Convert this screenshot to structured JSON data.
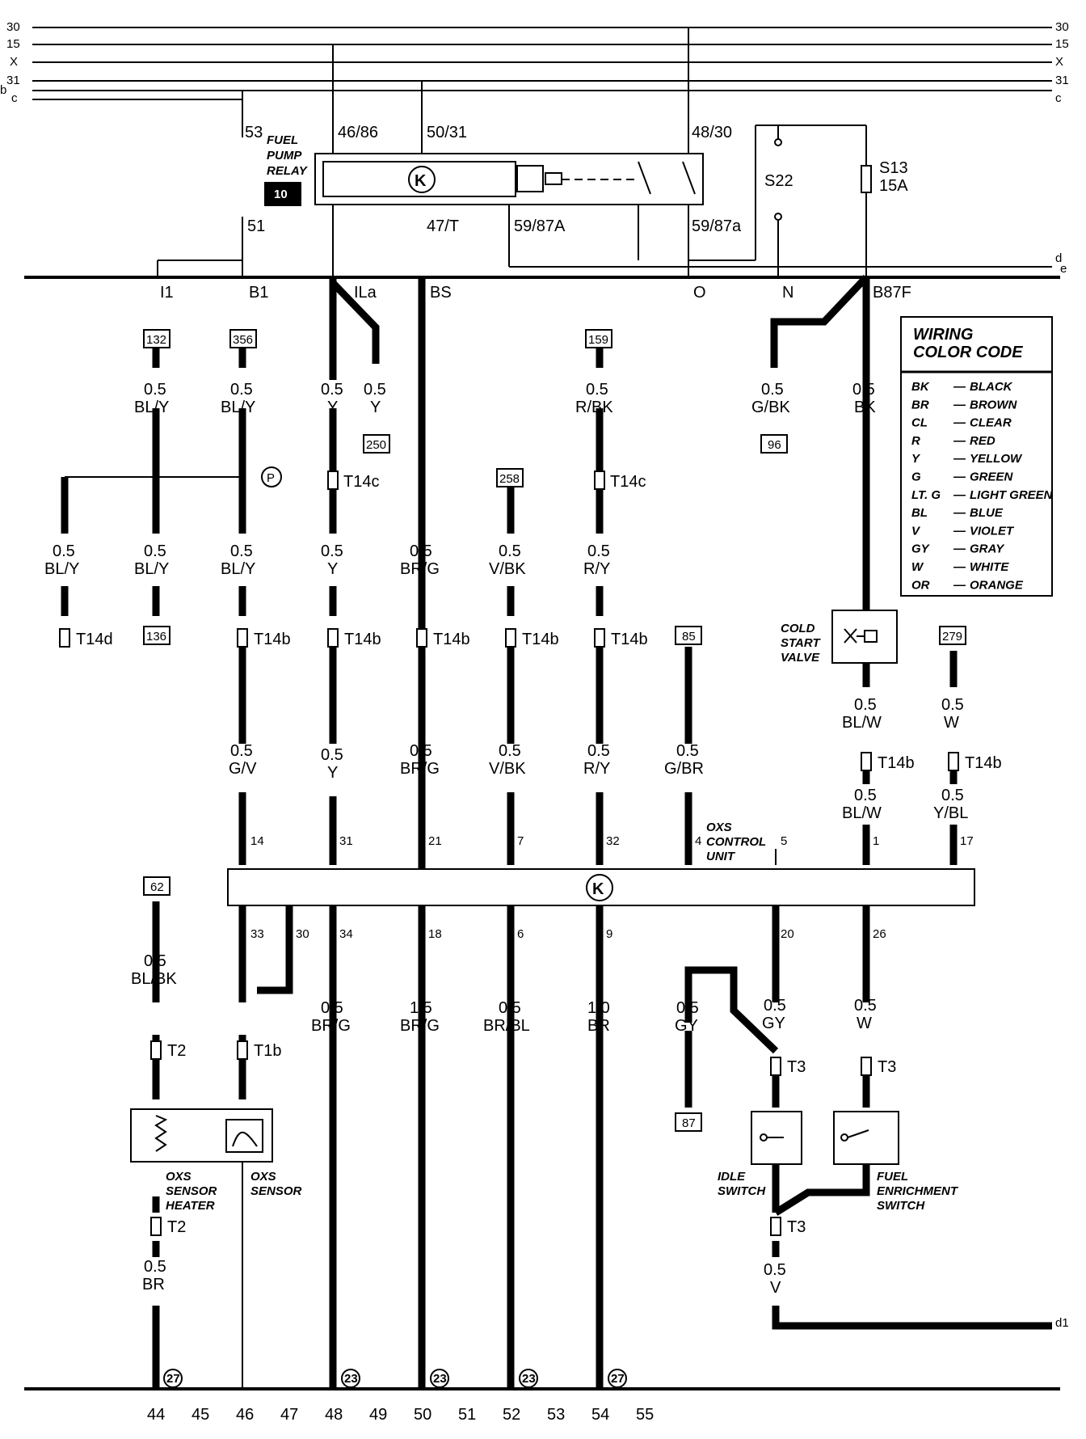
{
  "bus": {
    "left": [
      "30",
      "15",
      "X",
      "31",
      "b",
      "c"
    ],
    "right": [
      "30",
      "15",
      "X",
      "31",
      "c"
    ],
    "right_d": "d",
    "right_e": "e",
    "right_d1": "d1"
  },
  "relay": {
    "title_line1": "FUEL",
    "title_line2": "PUMP",
    "title_line3": "RELAY",
    "badge": "10",
    "pins_top": [
      "53",
      "46/86",
      "50/31",
      "48/30"
    ],
    "pins_bottom": [
      "51",
      "47/T",
      "59/87A",
      "59/87a"
    ],
    "k": "K"
  },
  "switch_s22": "S22",
  "fuse": {
    "name": "S13",
    "rating": "15A"
  },
  "terminals": [
    "I1",
    "B1",
    "ILa",
    "BS",
    "O",
    "N",
    "B87F"
  ],
  "legend": {
    "title1": "WIRING",
    "title2": "COLOR CODE",
    "rows": [
      [
        "BK",
        "BLACK"
      ],
      [
        "BR",
        "BROWN"
      ],
      [
        "CL",
        "CLEAR"
      ],
      [
        "R",
        "RED"
      ],
      [
        "Y",
        "YELLOW"
      ],
      [
        "G",
        "GREEN"
      ],
      [
        "LT. G",
        "LIGHT GREEN"
      ],
      [
        "BL",
        "BLUE"
      ],
      [
        "V",
        "VIOLET"
      ],
      [
        "GY",
        "GRAY"
      ],
      [
        "W",
        "WHITE"
      ],
      [
        "OR",
        "ORANGE"
      ]
    ]
  },
  "refs": [
    "132",
    "356",
    "250",
    "159",
    "96",
    "258",
    "136",
    "85",
    "279",
    "62",
    "87"
  ],
  "wires_upper": [
    [
      "0.5",
      "BL/Y"
    ],
    [
      "0.5",
      "BL/Y"
    ],
    [
      "0.5",
      "Y"
    ],
    [
      "0.5",
      "Y"
    ],
    [
      "0.5",
      "R/BK"
    ],
    [
      "0.5",
      "G/BK"
    ],
    [
      "0.5",
      "BK"
    ]
  ],
  "wires_mid": [
    [
      "0.5",
      "BL/Y"
    ],
    [
      "0.5",
      "BL/Y"
    ],
    [
      "0.5",
      "BL/Y"
    ],
    [
      "0.5",
      "Y"
    ],
    [
      "0.5",
      "BR/G"
    ],
    [
      "0.5",
      "V/BK"
    ],
    [
      "0.5",
      "R/Y"
    ]
  ],
  "wires_low": [
    [
      "0.5",
      "G/V"
    ],
    [
      "0.5",
      "Y"
    ],
    [
      "0.5",
      "BR/G"
    ],
    [
      "0.5",
      "V/BK"
    ],
    [
      "0.5",
      "R/Y"
    ],
    [
      "0.5",
      "G/BR"
    ],
    [
      "0.5",
      "BL/W"
    ],
    [
      "0.5",
      "W"
    ],
    [
      "0.5",
      "BL/W"
    ],
    [
      "0.5",
      "Y/BL"
    ]
  ],
  "connectors": [
    "T14c",
    "T14c",
    "T14d",
    "T14b",
    "T14b",
    "T14b",
    "T14b",
    "T14b",
    "T14b",
    "T14b",
    "T2",
    "T1b",
    "T3",
    "T3",
    "T2",
    "T3"
  ],
  "ecu": {
    "label1": "OXS",
    "label2": "CONTROL",
    "label3": "UNIT",
    "pins_top": [
      "14",
      "31",
      "21",
      "7",
      "32",
      "4",
      "5",
      "1",
      "17"
    ],
    "pins_bottom": [
      "33",
      "30",
      "34",
      "18",
      "6",
      "9",
      "20",
      "26"
    ]
  },
  "wires_bottom": [
    [
      "0.5",
      "BL/BK"
    ],
    [
      "0.5",
      "BR/G"
    ],
    [
      "1.5",
      "BR/G"
    ],
    [
      "0.5",
      "BR/BL"
    ],
    [
      "1.0",
      "BR"
    ],
    [
      "0.5",
      "GY"
    ],
    [
      "0.5",
      "GY"
    ],
    [
      "0.5",
      "W"
    ],
    [
      "0.5",
      "BR"
    ],
    [
      "0.5",
      "V"
    ]
  ],
  "components": {
    "cold_start": [
      "COLD",
      "START",
      "VALVE"
    ],
    "oxs_heater": [
      "OXS",
      "SENSOR",
      "HEATER"
    ],
    "oxs_sensor": [
      "OXS",
      "SENSOR"
    ],
    "idle": [
      "IDLE",
      "SWITCH"
    ],
    "fuel_enrich": [
      "FUEL",
      "ENRICHMENT",
      "SWITCH"
    ]
  },
  "grounds": [
    "27",
    "23",
    "23",
    "23",
    "27"
  ],
  "columns": [
    "44",
    "45",
    "46",
    "47",
    "48",
    "49",
    "50",
    "51",
    "52",
    "53",
    "54",
    "55"
  ]
}
